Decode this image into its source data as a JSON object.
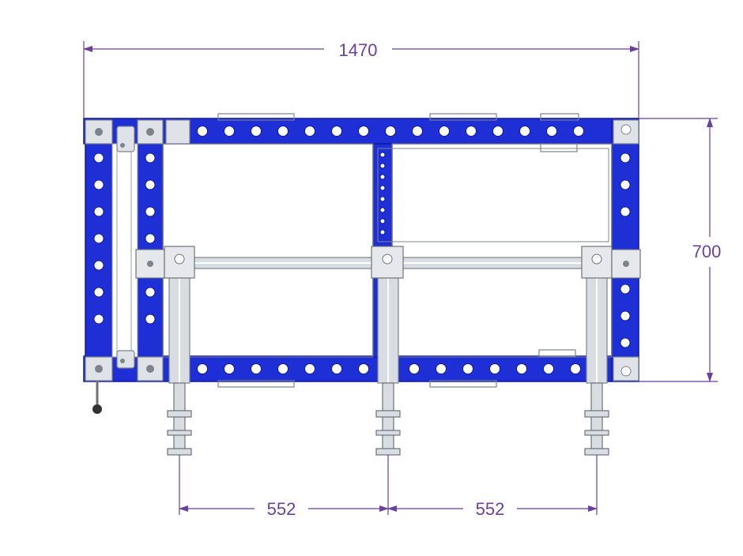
{
  "dimensions": {
    "overall_width": "1470",
    "overall_height": "700",
    "spacing_left": "552",
    "spacing_right": "552"
  },
  "colors": {
    "frame_blue": "#1f2fd6",
    "frame_blue_dark": "#0f1aa0",
    "steel": "#c8ccd2",
    "steel_dark": "#7d838c",
    "dimension_line": "#6b3fa0"
  }
}
